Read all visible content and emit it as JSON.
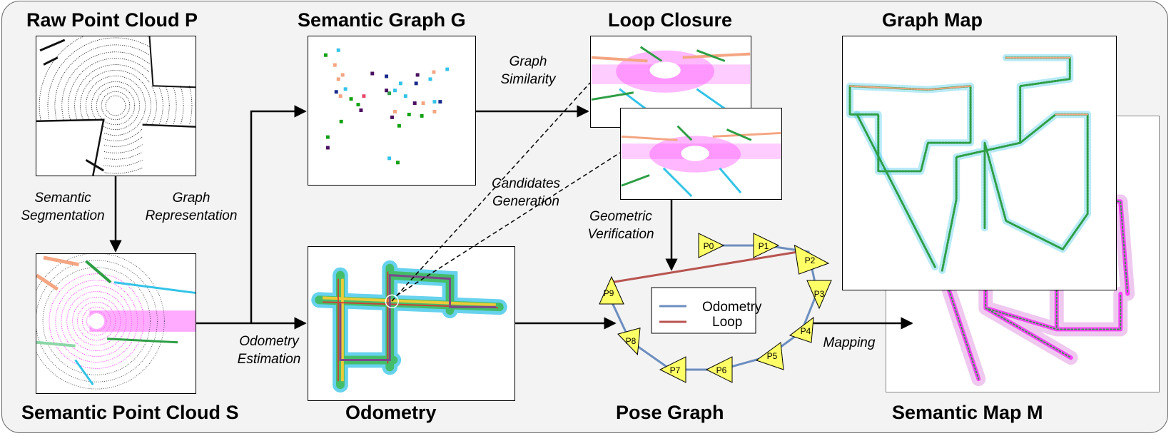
{
  "titles": {
    "raw": "Raw Point Cloud  P",
    "graph": "Semantic Graph G",
    "loop": "Loop Closure",
    "graphmap": "Graph Map",
    "semantic_pc": "Semantic Point Cloud  S",
    "odometry": "Odometry",
    "pose_graph": "Pose Graph",
    "semantic_map": "Semantic Map M"
  },
  "labels": {
    "semantic_seg_1": "Semantic",
    "semantic_seg_2": "Segmentation",
    "graph_rep_1": "Graph",
    "graph_rep_2": "Representation",
    "graph_sim_1": "Graph",
    "graph_sim_2": "Similarity",
    "candidates_1": "Candidates",
    "candidates_2": "Generation",
    "geo_ver_1": "Geometric",
    "geo_ver_2": "Verification",
    "odo_est_1": "Odometry",
    "odo_est_2": "Estimation",
    "mapping": "Mapping"
  },
  "legend": {
    "odometry": "Odometry",
    "loop": "Loop"
  },
  "pose_nodes": [
    "P0",
    "P1",
    "P2",
    "P3",
    "P4",
    "P5",
    "P6",
    "P7",
    "P8",
    "P9"
  ],
  "colors": {
    "odometry_line": "#6c8ebf",
    "loop_line": "#b85450",
    "node_fill": "#ffff66",
    "magenta": "#ff33ff",
    "green": "#2e9e44",
    "cyan": "#33c3e8",
    "salmon": "#f4a582"
  }
}
